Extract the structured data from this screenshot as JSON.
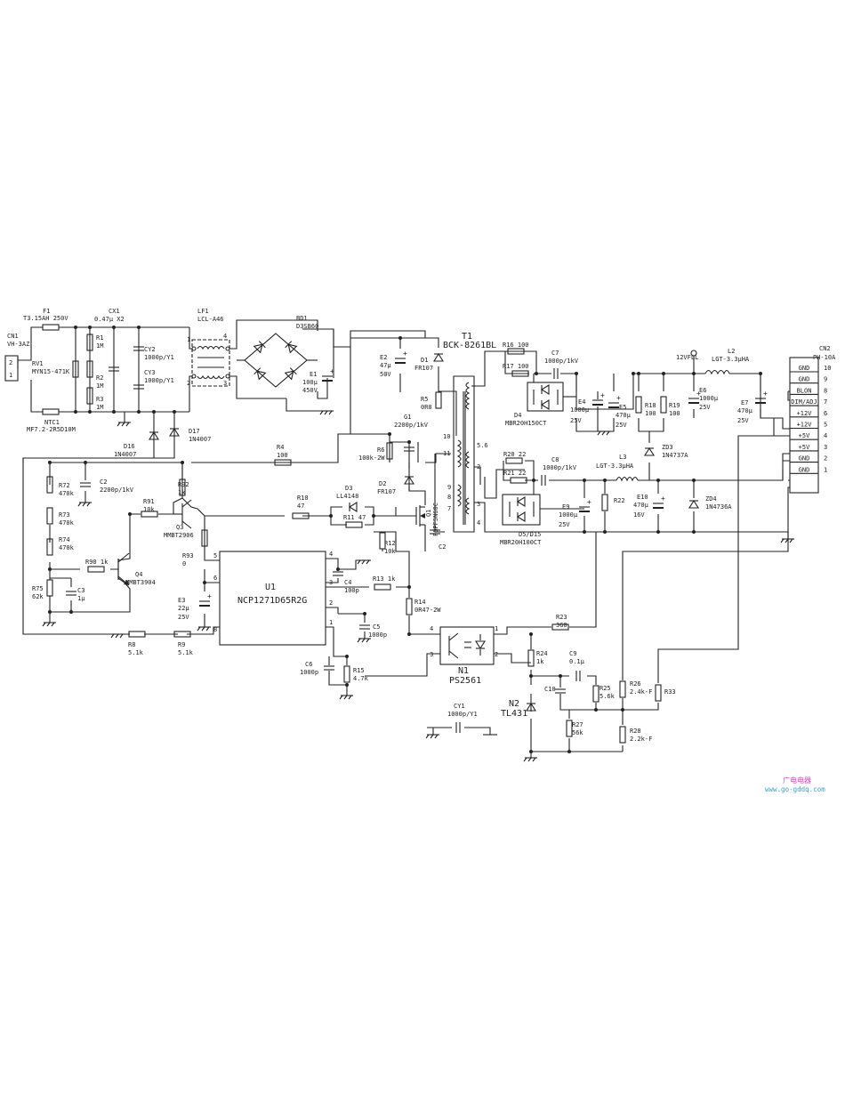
{
  "labels": {
    "F1": "F1",
    "F1v": "T3.15AH 250V",
    "CN1": "CN1",
    "CN1v": "VH-3AZ",
    "CN1p2": "2",
    "CN1p1": "1",
    "RV1": "RV1",
    "RV1v": "MYN15-471K",
    "NTC1": "NTC1",
    "NTC1v": "MF7.2-2R5D10M",
    "R1": "R1",
    "R1v": "1M",
    "R2": "R2",
    "R2v": "1M",
    "R3": "R3",
    "R3v": "1M",
    "CX1": "CX1",
    "CX1v": "0.47μ X2",
    "CY2": "CY2",
    "CY2v": "1000p/Y1",
    "CY3": "CY3",
    "CY3v": "1000p/Y1",
    "LF1": "LF1",
    "LF1v": "LCL-A46",
    "LF1p1": "1",
    "LF1p2": "2",
    "LF1p3": "3",
    "LF1p4": "4",
    "BD1": "BD1",
    "BD1v": "D3SB60",
    "E1": "E1",
    "E1v1": "100μ",
    "E1v2": "450V",
    "D16": "D16",
    "D16v": "1N4007",
    "D17": "D17",
    "D17v": "1N4007",
    "E2": "E2",
    "E2v1": "47μ",
    "E2v2": "50V",
    "D1": "D1",
    "D1v": "FR107",
    "T1": "T1",
    "T1v": "BCK-8261BL",
    "T1p10": "10",
    "T1p11": "11",
    "T1p9": "9",
    "T1p8": "8",
    "T1p7": "7",
    "T1p56": "5.6",
    "T1p2": "2",
    "T1p3": "3",
    "T1p4": "4",
    "R5": "R5",
    "R5v": "0R0",
    "G1": "G1",
    "G1v": "2200p/1kV",
    "R6": "R6",
    "R6v": "100k-2W",
    "D2": "D2",
    "D2v": "FR107",
    "R16": "R16 100",
    "R17": "R17 100",
    "C7": "C7",
    "C7v": "1000p/1kV",
    "D4": "D4",
    "D4v": "MBR20H150CT",
    "E4": "E4",
    "E4v1": "1000μ",
    "E4v2": "25V",
    "E5": "E5",
    "E5v1": "470μ",
    "E5v2": "25V",
    "R18": "R18",
    "R18v": "100",
    "R19": "R19",
    "R19v": "100",
    "V12FLL": "12VFLL",
    "L2": "L2",
    "L2v": "LGT-3.3μHA",
    "E6": "E6",
    "E6v1": "1000μ",
    "E6v2": "25V",
    "E7": "E7",
    "E7v1": "470μ",
    "E7v2": "25V",
    "ZD3": "ZD3",
    "ZD3v": "1N4737A",
    "R20": "R20 22",
    "R21": "R21 22",
    "C8": "C8",
    "C8v": "1000p/1kV",
    "L3": "L3",
    "L3v": "LGT-3.3μHA",
    "D5D15": "D5/D15",
    "D5v": "MBR20H100CT",
    "E9": "E9",
    "E9v1": "1000μ",
    "E9v2": "25V",
    "R22": "R22",
    "E10": "E10",
    "E10v1": "470μ",
    "E10v2": "16V",
    "ZD4": "ZD4",
    "ZD4v": "1N4736A",
    "CN2": "CN2",
    "CN2v": "PH-10A",
    "cn2_pins": [
      {
        "name": "GND",
        "num": "10"
      },
      {
        "name": "GND",
        "num": "9"
      },
      {
        "name": "BLON",
        "num": "8"
      },
      {
        "name": "DIM/ADJ",
        "num": "7"
      },
      {
        "name": "+12V",
        "num": "6"
      },
      {
        "name": "+12V",
        "num": "5"
      },
      {
        "name": "+5V",
        "num": "4"
      },
      {
        "name": "+5V",
        "num": "3"
      },
      {
        "name": "GND",
        "num": "2"
      },
      {
        "name": "GND",
        "num": "1"
      }
    ],
    "C2a": "C2",
    "C2av": "2200p/1kV",
    "R4": "R4",
    "R4v": "100",
    "R72": "R72",
    "R72v": "470k",
    "R73": "R73",
    "R73v": "470k",
    "R74": "R74",
    "R74v": "470k",
    "R91": "R91",
    "R91v": "10k",
    "R92": "R92",
    "R92v": "1k",
    "Q3": "Q3",
    "Q3v": "MMBT2906",
    "R10": "R10",
    "R10v": "47",
    "D3": "D3",
    "D3v": "LL4148",
    "R11": "R11  47",
    "Q1": "Q1",
    "Q1v": "FQPF5N60C",
    "C2b": "C2",
    "R12": "R12",
    "R12v": "10k",
    "R90": "R90  1k",
    "Q4": "Q4",
    "Q4v": "MMBT3904",
    "R93": "R93",
    "R93v": "0",
    "U1": "U1",
    "U1v": "NCP1271D65R2G",
    "U1p5": "5",
    "U1p6": "6",
    "U1p8": "8",
    "U1p4": "4",
    "U1p3": "3",
    "U1p2": "2",
    "U1p1": "1",
    "C4": "C4",
    "C4v": "100p",
    "R13": "R13  1k",
    "R75": "R75",
    "R75v": "62k",
    "C3": "C3",
    "C3v": "1μ",
    "E3": "E3",
    "E3v1": "22μ",
    "E3v2": "25V",
    "R14": "R14",
    "R14v": "0R47-2W",
    "C5": "C5",
    "C5v": "1000p",
    "R8": "R8",
    "R8v": "5.1k",
    "R9": "R9",
    "R9v": "5.1k",
    "C6": "C6",
    "C6v": "1000p",
    "R15": "R15",
    "R15v": "4.7k",
    "R23": "R23",
    "R23v": "360",
    "N1": "N1",
    "N1v": "PS2561",
    "N1p4": "4",
    "N1p3": "3",
    "N1p1": "1",
    "N1p2": "2",
    "R24": "R24",
    "R24v": "1k",
    "C9": "C9",
    "C9v": "0.1μ",
    "C10": "C10",
    "R25": "R25",
    "R25v": "5.6k",
    "R26": "R26",
    "R26v": "2.4k-F",
    "R33": "R33",
    "N2": "N2",
    "N2v": "TL431",
    "R27": "R27",
    "R27v": "56k",
    "R28": "R28",
    "R28v": "2.2k-F",
    "CY1": "CY1",
    "CY1v": "1000p/Y1",
    "wm1": "广电电器",
    "wm2": "www.go-gddq.com"
  }
}
